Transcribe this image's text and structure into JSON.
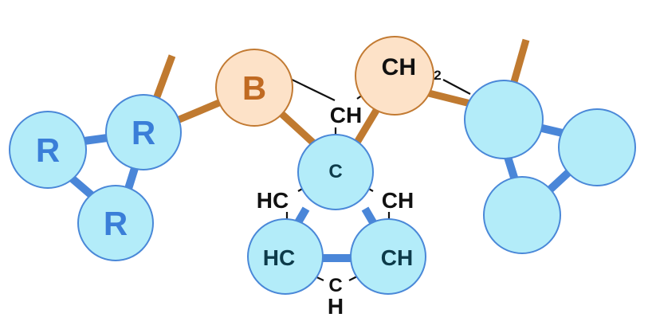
{
  "diagram": {
    "labels": {
      "r1": "R",
      "r2": "R",
      "r3": "R",
      "b": "B",
      "ch2": "CH",
      "ch2_sub": "2",
      "ch_top": "CH",
      "c_center": "C",
      "hc_left": "HC",
      "ch_right": "CH",
      "hc_ring": "HC",
      "ch_ring": "CH",
      "c_bottom": "C",
      "h_bottom": "H"
    },
    "colors": {
      "blue_fill": "#b3ecf9",
      "blue_stroke": "#4a88d8",
      "blue_text": "#3a7ed8",
      "blue_bond": "#4a86d8",
      "orange_fill": "#fde2c8",
      "orange_stroke": "#c27a32",
      "orange_text": "#c06a22",
      "orange_bond": "#c07a30",
      "ring_text": "#0d3b4a",
      "black": "#111111"
    }
  }
}
